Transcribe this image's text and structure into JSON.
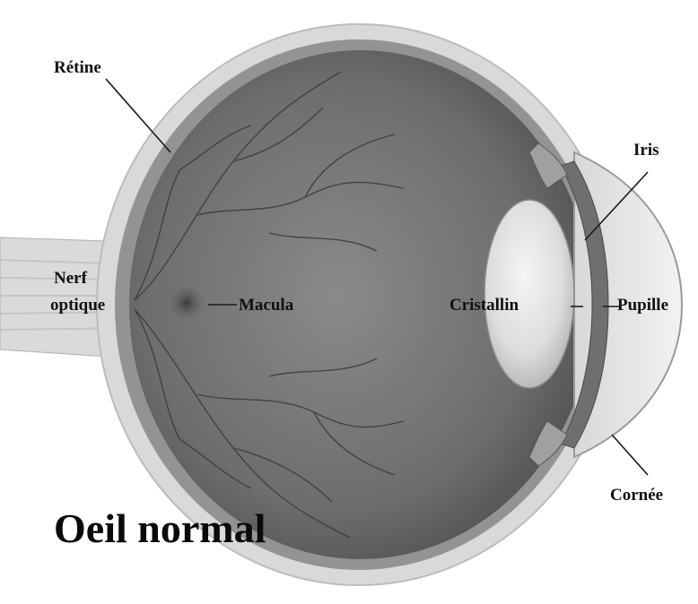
{
  "diagram": {
    "title": "Oeil normal",
    "labels": {
      "retine": "Rétine",
      "nerf_line1": "Nerf",
      "nerf_line2": "optique",
      "macula": "Macula",
      "cristallin": "Cristallin",
      "iris": "Iris",
      "pupille": "Pupille",
      "cornee": "Cornée"
    }
  },
  "colors": {
    "sclera": "#dcdcdc",
    "choroid": "#8a8a8a",
    "vitreous": "#6e6e6e",
    "vessel": "#3a3a3a",
    "lens": "#e6e6e6",
    "leader_line": "#1a1a1a"
  }
}
